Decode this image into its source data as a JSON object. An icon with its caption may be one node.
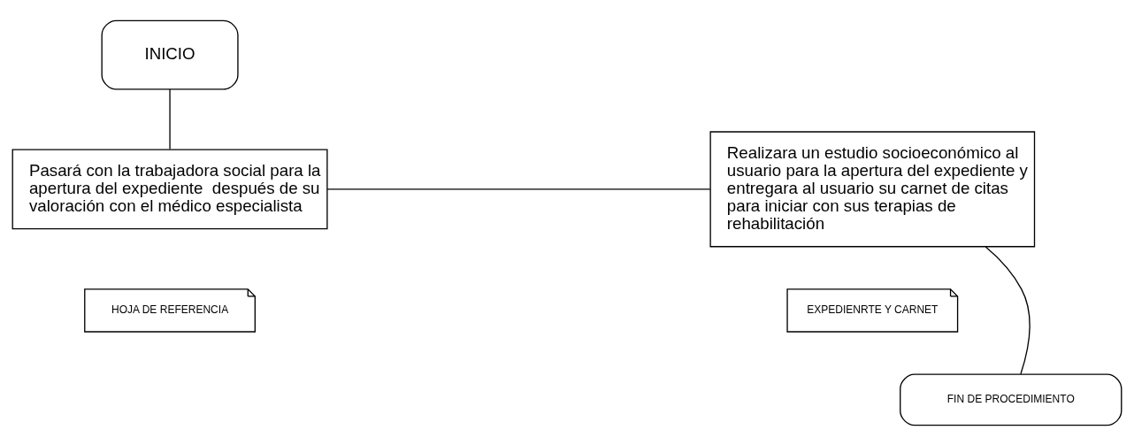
{
  "diagram": {
    "nodes": [
      {
        "text": [
          "INICIO"
        ]
      },
      {
        "text": [
          "Pasará con la trabajadora social para la apertura del expediente  después de su valoración con el médico especialista"
        ]
      },
      {
        "text": [
          "HOJA DE REFERENCIA"
        ]
      },
      {
        "text": [
          "Realizara un estudio socioeconómico al usuario para la apertura del expediente y entregara al usuario su carnet de citas para iniciar con sus terapias de rehabilitación"
        ]
      },
      {
        "text": [
          "EXPEDIENRTE Y CARNET"
        ]
      },
      {
        "text": [
          "FIN DE PROCEDIMIENTO"
        ]
      }
    ],
    "edges": [
      {
        "from": 0,
        "to": 1,
        "arrow": "none"
      },
      {
        "from": 1,
        "to": 3,
        "arrow": "none"
      },
      {
        "from": 3,
        "to": 5,
        "arrow": "none"
      }
    ]
  }
}
